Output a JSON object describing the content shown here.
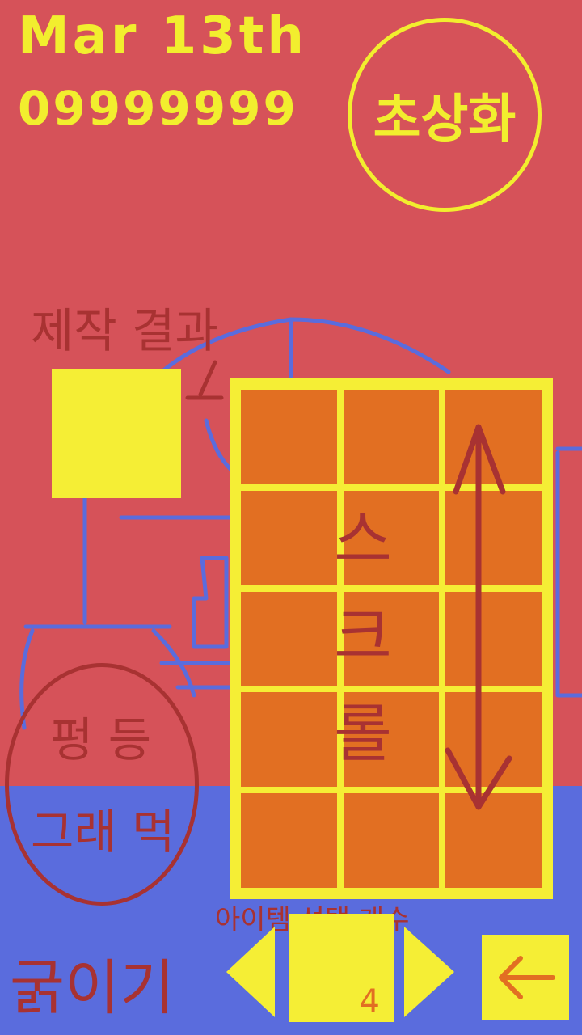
{
  "header": {
    "date": "Mar 13th",
    "money": "09999999",
    "portrait_label": "초상화"
  },
  "result": {
    "label": "제작 결과"
  },
  "grid": {
    "scroll_label": "스크롤",
    "rows": 5,
    "cols": 3
  },
  "actions": {
    "action_line1": "펑 등",
    "action_line2": "그래 먹",
    "sharpen_label": "굵이기"
  },
  "selector": {
    "label": "아이템 선택 개수",
    "count": "4"
  },
  "colors": {
    "background": "#d65259",
    "floor": "#5a6cdd",
    "panel": "#f5ee35",
    "cell": "#e26f22",
    "sketch_red": "#a83232",
    "text_yellow": "#f2ee2e"
  },
  "icons": {
    "left": "triangle-left-icon",
    "right": "triangle-right-icon",
    "back": "back-arrow-icon",
    "scroll": "double-arrow-vertical-icon"
  }
}
